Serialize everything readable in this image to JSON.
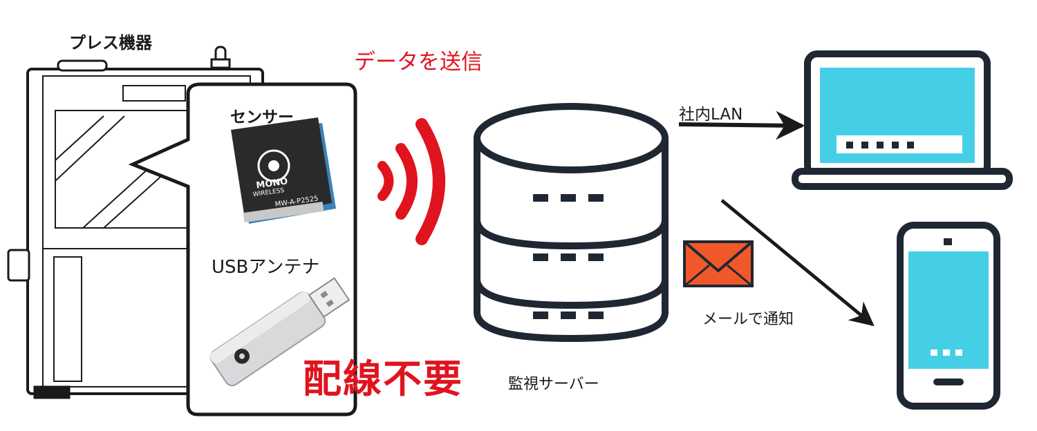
{
  "labels": {
    "press_machine": "プレス機器",
    "send_data": "データを送信",
    "sensor": "センサー",
    "usb_antenna": "USBアンテナ",
    "no_wiring": "配線不要",
    "monitor_server": "監視サーバー",
    "lan": "社内LAN",
    "mail_notify": "メールで通知"
  },
  "chip": {
    "brand_line1": "MONO",
    "brand_line2": "WIRELESS",
    "model": "MW-A-P2525",
    "pin_mark": "1"
  },
  "colors": {
    "signal_red": "#e0141e",
    "outline_navy": "#1f2733",
    "screen_cyan": "#45cfe6",
    "mail_orange": "#f0582a"
  },
  "icons": [
    "press-machine-icon",
    "sensor-chip-icon",
    "usb-antenna-icon",
    "wireless-signal-icon",
    "database-server-icon",
    "laptop-icon",
    "smartphone-icon",
    "mail-envelope-icon"
  ]
}
